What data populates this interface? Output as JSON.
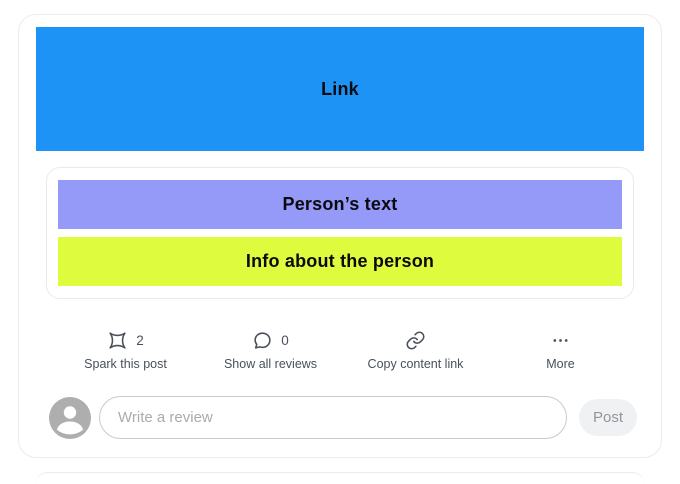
{
  "post": {
    "link_block": {
      "label": "Link",
      "color": "#1e93f6"
    },
    "person_text_block": {
      "label": "Person’s text",
      "color": "#9599f8"
    },
    "person_info_block": {
      "label": "Info about the person",
      "color": "#defb3e"
    }
  },
  "action_bar": {
    "spark": {
      "icon": "spark-icon",
      "count": "2",
      "label": "Spark this post"
    },
    "reviews": {
      "icon": "speech-bubble-icon",
      "count": "0",
      "label": "Show all reviews"
    },
    "copy_link": {
      "icon": "link-icon",
      "label": "Copy content link"
    },
    "more": {
      "icon": "more-dots-icon",
      "label": "More"
    }
  },
  "composer": {
    "avatar_icon": "person-icon",
    "input_placeholder": "Write a review",
    "input_value": "",
    "post_button_label": "Post"
  },
  "colors": {
    "accent_blue": "#1e93f6",
    "periwinkle": "#9599f8",
    "lime": "#defb3e",
    "icon_gray": "#49505a",
    "card_border": "#ececf0"
  }
}
